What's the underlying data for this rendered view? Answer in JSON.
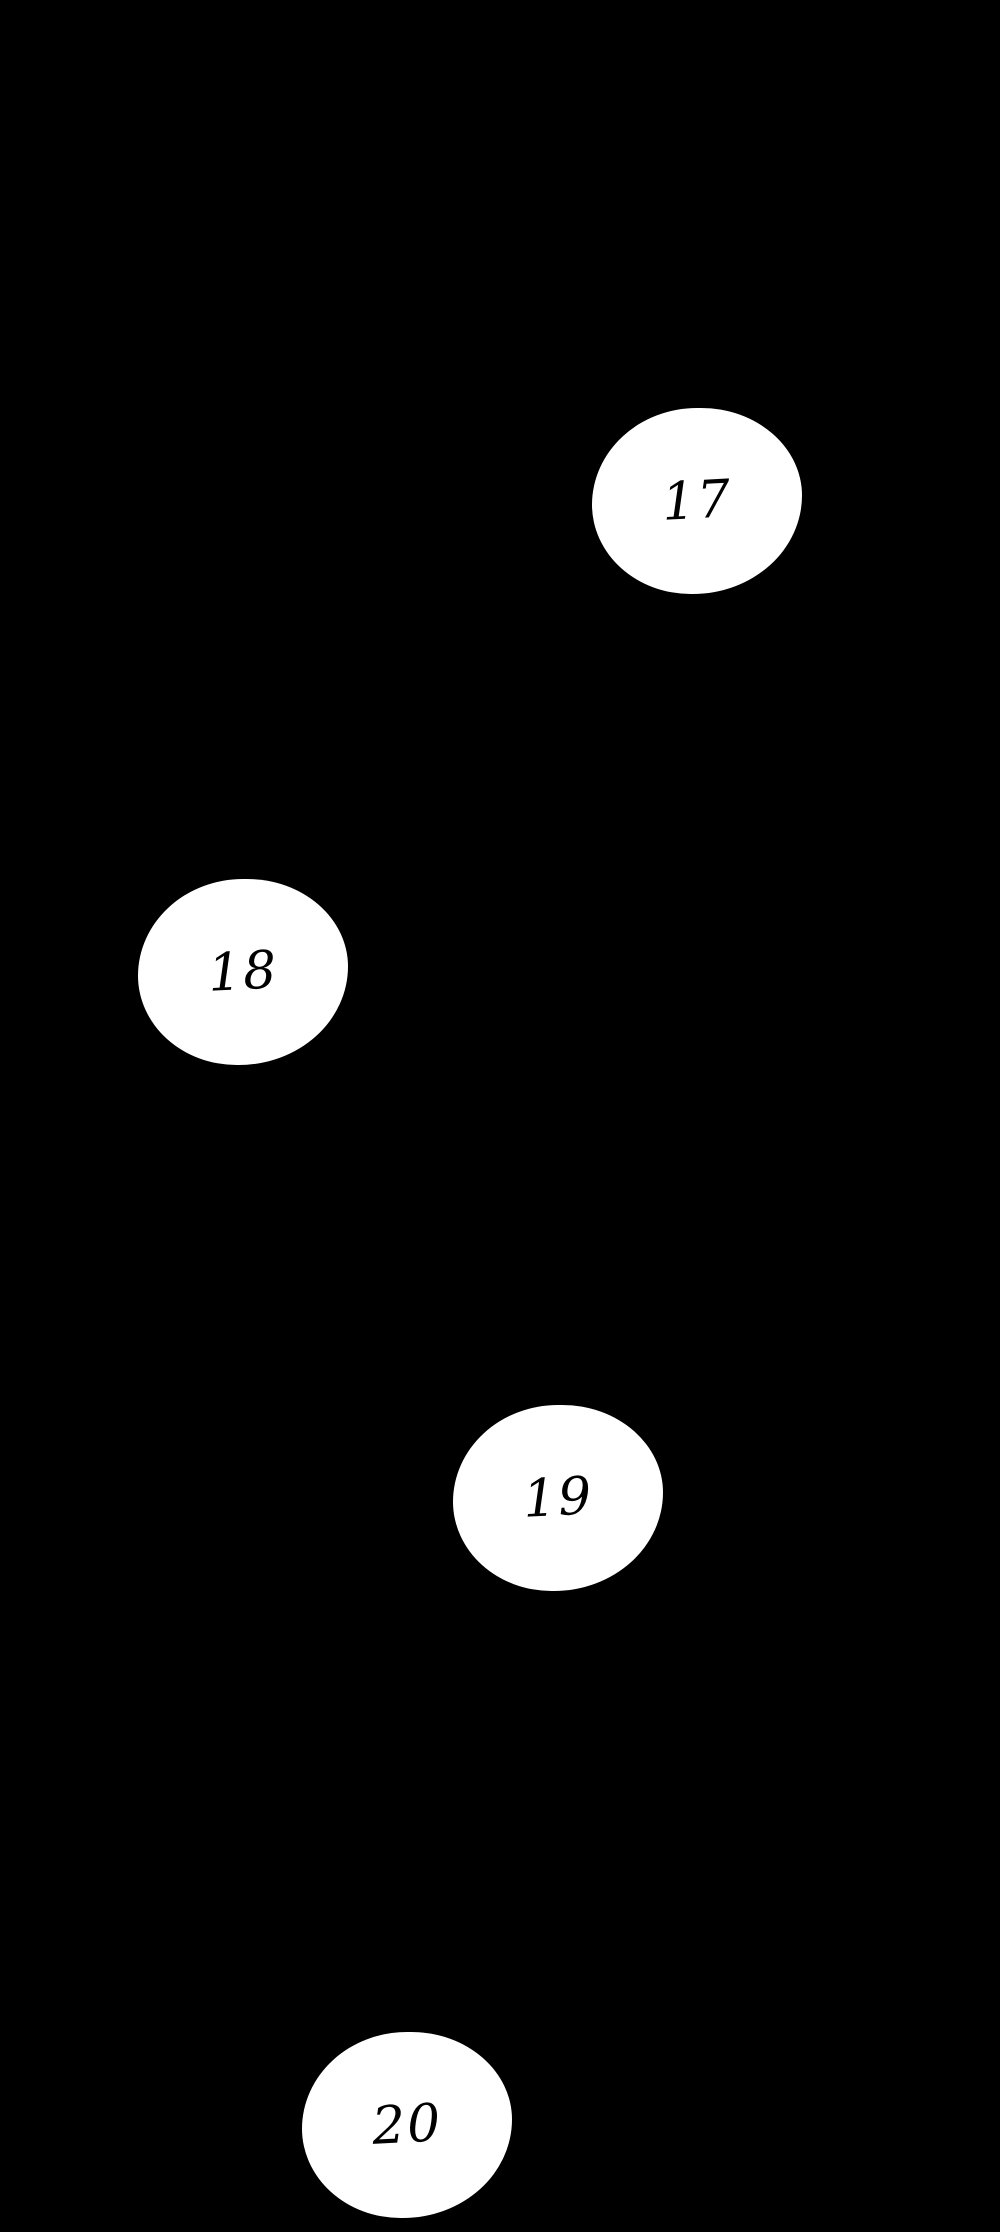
{
  "page": {
    "background_color": "#000000"
  },
  "nodes": [
    {
      "label": "17",
      "fill_color": "#ffffff",
      "text_color": "#000000"
    },
    {
      "label": "18",
      "fill_color": "#ffffff",
      "text_color": "#000000"
    },
    {
      "label": "19",
      "fill_color": "#ffffff",
      "text_color": "#000000"
    },
    {
      "label": "20",
      "fill_color": "#ffffff",
      "text_color": "#000000"
    }
  ]
}
